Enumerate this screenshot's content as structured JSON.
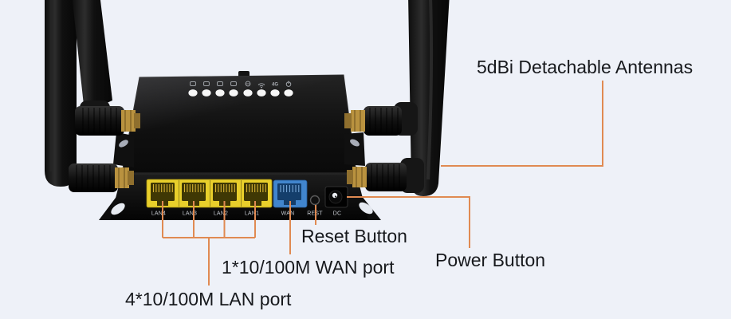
{
  "scene": {
    "background": "#eef1f8",
    "leader_color": "#e08a52",
    "text_color": "#17191d"
  },
  "labels": {
    "antennas": "5dBi Detachable Antennas",
    "reset": "Reset Button",
    "power": "Power Button",
    "wan": "1*10/100M WAN port",
    "lan": "4*10/100M LAN port"
  },
  "router": {
    "port_labels": [
      "LAN4",
      "LAN3",
      "LAN2",
      "LAN1",
      "WAN",
      "REST",
      "DC"
    ],
    "lan_port_color": "#e8cf2b",
    "wan_port_color": "#4185cd",
    "led_color": "#f7f7f7",
    "led_icons": [
      "lan4-icon",
      "lan3-icon",
      "lan2-icon",
      "lan1-icon",
      "wan-icon",
      "wifi-icon",
      "4g-icon",
      "power-icon"
    ],
    "led_4g_glyph": "4G"
  }
}
